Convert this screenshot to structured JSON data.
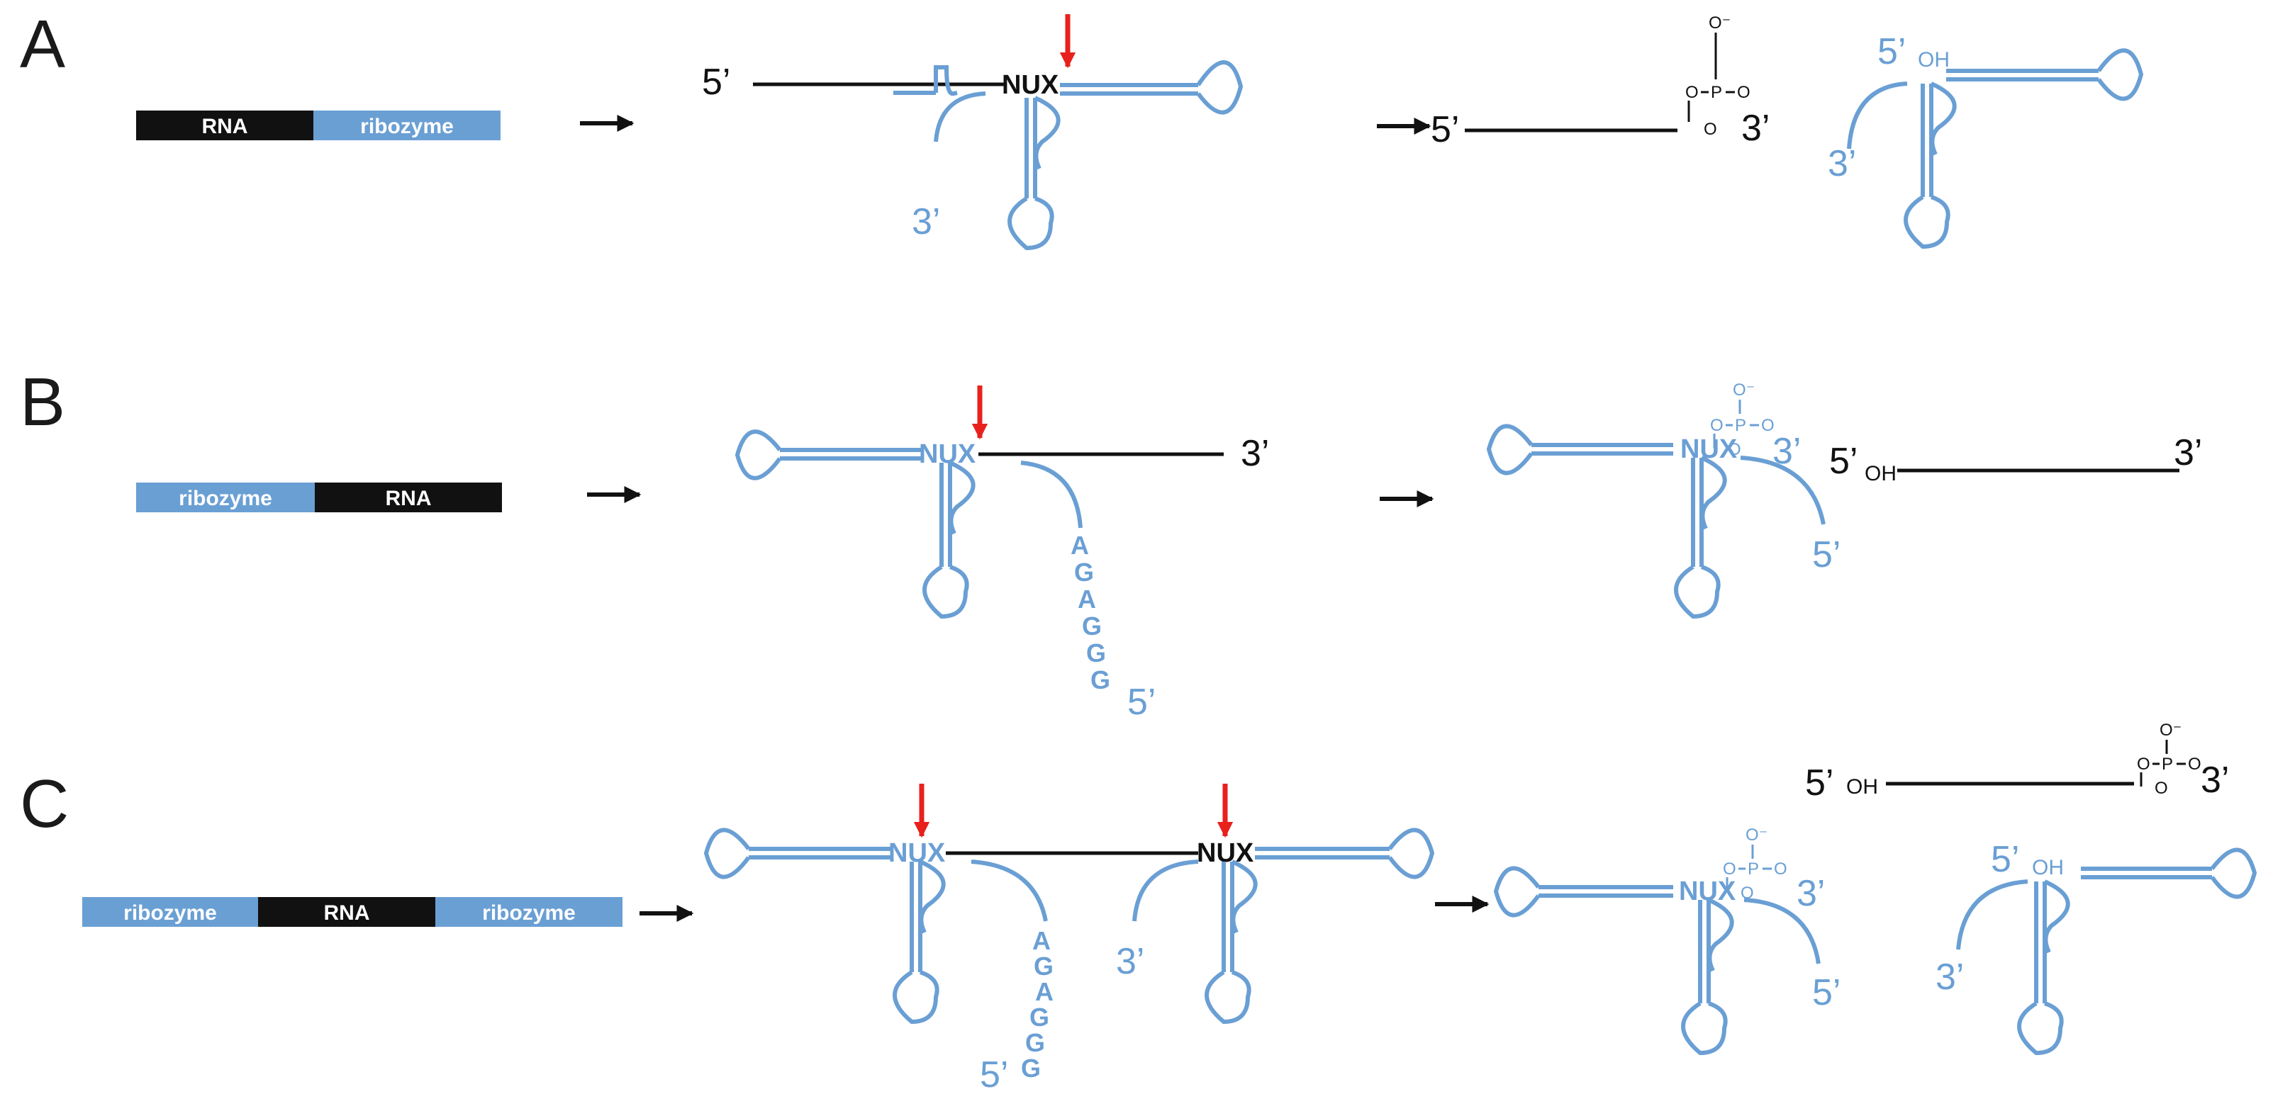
{
  "panels": {
    "A": {
      "label": "A",
      "construct": [
        "RNA",
        "ribozyme"
      ],
      "step1": {
        "rna_5prime": "5’",
        "site": "NUX",
        "ribozyme_3prime": "3’"
      },
      "step2": {
        "rna_5prime": "5’",
        "rna_3prime": "3’",
        "cyclic_phosphate": {
          "o_minus": "O⁻",
          "o_left": "O",
          "p": "P",
          "o_right": "O",
          "o_bottom": "O"
        },
        "ribozyme_5prime": "5’",
        "ribozyme_oh": "OH",
        "ribozyme_3prime": "3’"
      }
    },
    "B": {
      "label": "B",
      "construct": [
        "ribozyme",
        "RNA"
      ],
      "step1": {
        "site": "NUX",
        "rna_3prime": "3’",
        "g_tail": [
          "A",
          "G",
          "A",
          "G",
          "G",
          "G"
        ],
        "ribozyme_5prime": "5’"
      },
      "step2": {
        "site": "NUX",
        "ribozyme_3prime": "3’",
        "ribozyme_5prime": "5’",
        "cyclic_phosphate": {
          "o_minus": "O⁻",
          "o_left": "O",
          "p": "P",
          "o_right": "O",
          "o_bottom": "O"
        },
        "rna_5prime": "5’",
        "rna_oh": "OH",
        "rna_3prime": "3’"
      }
    },
    "C": {
      "label": "C",
      "construct": [
        "ribozyme",
        "RNA",
        "ribozyme"
      ],
      "step1": {
        "site_left": "NUX",
        "site_right": "NUX",
        "g_tail": [
          "A",
          "G",
          "A",
          "G",
          "G",
          "G"
        ],
        "ribozyme1_5prime": "5’",
        "ribozyme2_3prime": "3’"
      },
      "step2": {
        "rna_5prime": "5’",
        "rna_oh": "OH",
        "rna_3prime": "3’",
        "rna_phosphate": {
          "o_minus": "O⁻",
          "o_left": "O",
          "p": "P",
          "o_right": "O",
          "o_bottom": "O"
        },
        "ribozyme1_site": "NUX",
        "ribozyme1_3prime": "3’",
        "ribozyme1_5prime": "5’",
        "ribozyme1_phosphate": {
          "o_minus": "O⁻",
          "o_left": "O",
          "p": "P",
          "o_right": "O",
          "o_bottom": "O"
        },
        "ribozyme2_5prime": "5’",
        "ribozyme2_oh": "OH",
        "ribozyme2_3prime": "3’"
      }
    }
  },
  "colors": {
    "ribozyme": "#6a9fd4",
    "rna": "#111111",
    "cleavage_arrow": "#e8211d",
    "process_arrow": "#111111"
  }
}
